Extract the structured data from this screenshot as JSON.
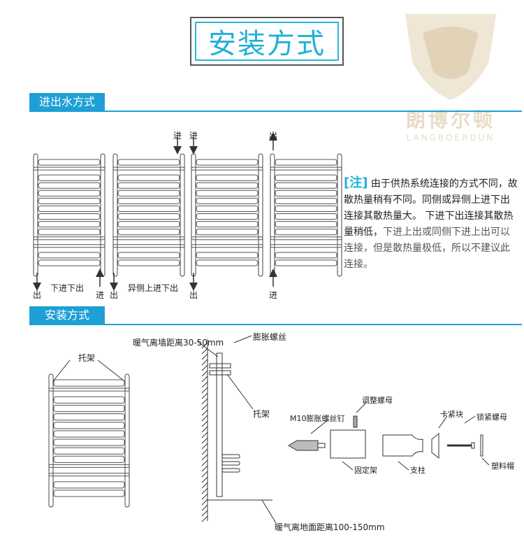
{
  "title": "安装方式",
  "logo": {
    "name": "朗博尔顿",
    "latin": "LANGBOERDUN"
  },
  "sections": {
    "water": "进出水方式",
    "install": "安装方式"
  },
  "flow_labels": {
    "in": "进",
    "out": "出",
    "mode1": "下进下出",
    "mode2": "异侧上进下出"
  },
  "note": {
    "tag": "[注]",
    "p1": "由于供热系统连接的方式不同，故散热量稍有不同。同侧或异侧上进下出连接其散热量大。 下进下出连接其散热量稍低，",
    "p2": "下进上出或同侧下进上出可以连接，但是散热量极低，所以不建议此连接。"
  },
  "install_labels": {
    "bracket": "托架",
    "wall_distance": "暖气离墙距离30-50mm",
    "expansion_screw": "膨胀螺丝",
    "bracket2": "托架",
    "floor_distance": "暖气离地面距离100-150mm"
  },
  "parts": {
    "adjust_nut": "调整螺母",
    "m10": "M10膨胀螺丝钉",
    "clamp": "卡紧块",
    "lock_nut": "锁紧螺母",
    "fixed_frame": "固定架",
    "post": "支柱",
    "plastic_cap": "塑料帽"
  }
}
